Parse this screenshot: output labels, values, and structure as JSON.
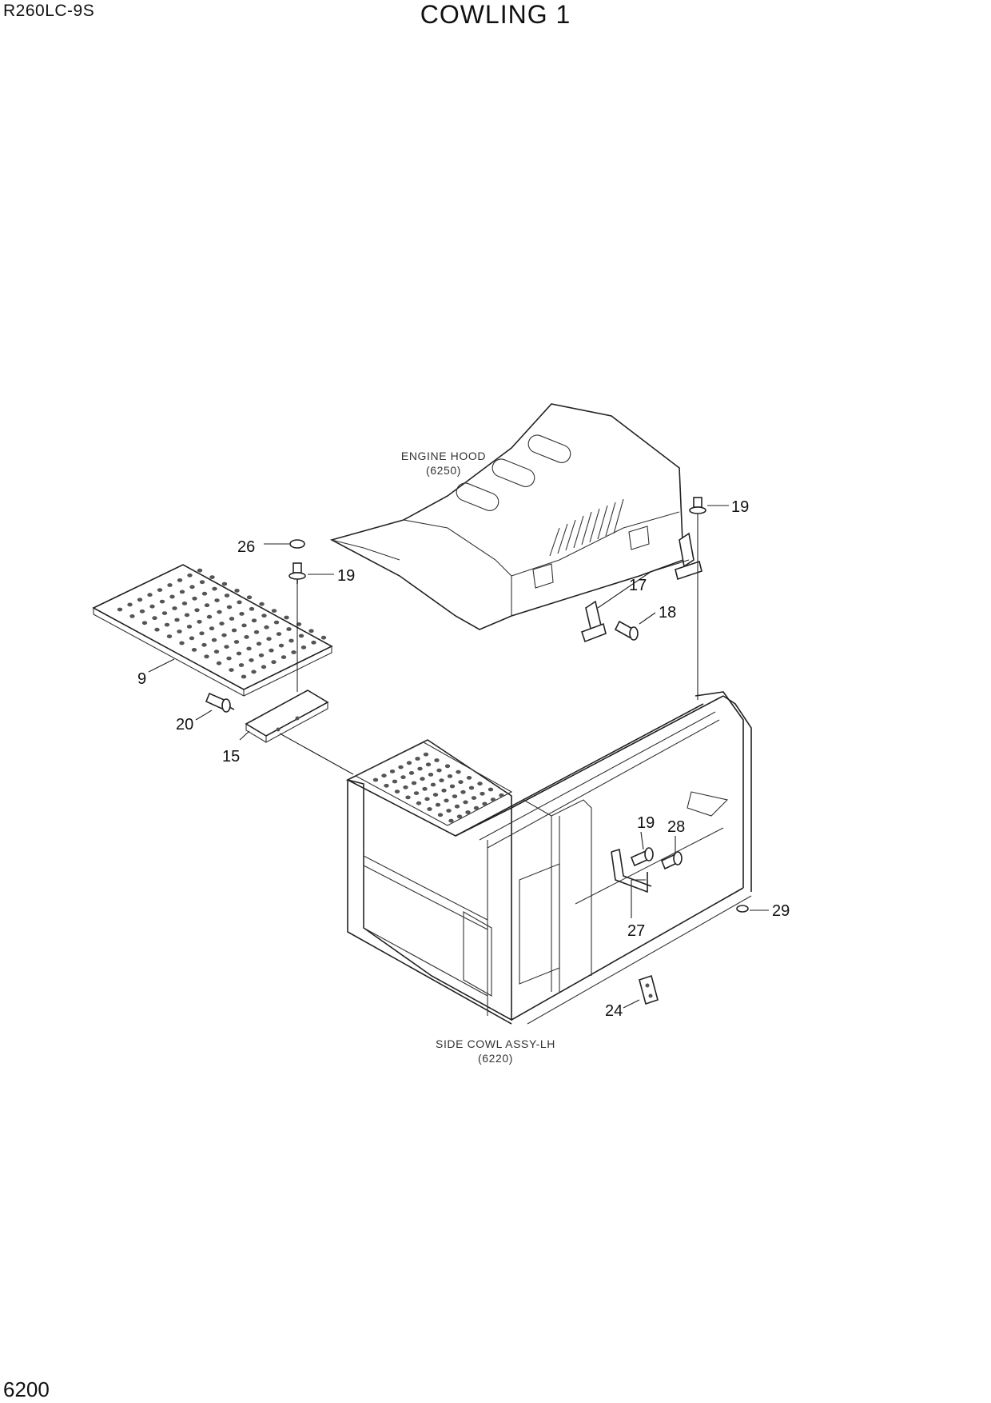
{
  "header": {
    "model": "R260LC-9S",
    "title": "COWLING 1"
  },
  "footer": {
    "page_number": "6200"
  },
  "references": {
    "engine_hood": {
      "label": "ENGINE HOOD",
      "code": "(6250)"
    },
    "side_cowl": {
      "label": "SIDE COWL ASSY-LH",
      "code": "(6220)"
    }
  },
  "callouts": {
    "c9": "9",
    "c15": "15",
    "c17": "17",
    "c18": "18",
    "c19a": "19",
    "c19b": "19",
    "c19c": "19",
    "c20": "20",
    "c24": "24",
    "c26": "26",
    "c27": "27",
    "c28": "28",
    "c29": "29"
  }
}
